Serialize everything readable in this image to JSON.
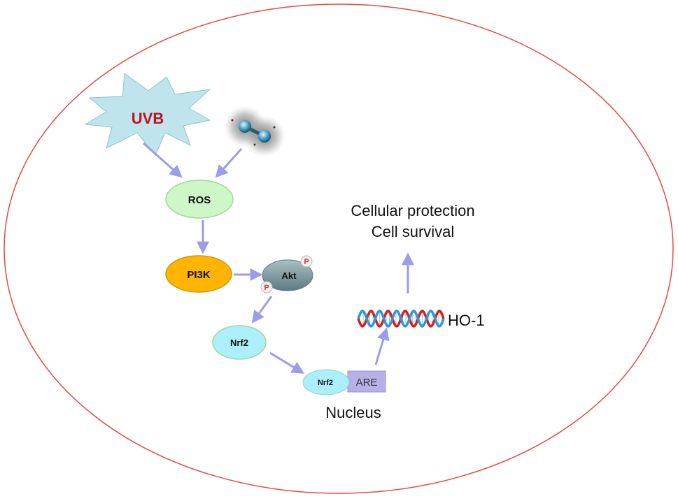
{
  "stimuli": {
    "uvb": "UVB"
  },
  "nodes": {
    "ros": "ROS",
    "pi3k": "PI3K",
    "akt": "Akt",
    "phospho": "P",
    "nrf2": "Nrf2",
    "nrf2_nuclear": "Nrf2",
    "are": "ARE",
    "gene": "HO-1"
  },
  "outcome": {
    "line1": "Cellular protection",
    "line2": "Cell survival"
  },
  "compartment": {
    "nucleus": "Nucleus"
  },
  "colors": {
    "cell_membrane": "#e8493f",
    "arrow": "#9d9bea",
    "uvb_burst": "#bfe4ec",
    "uvb_text": "#c1121f",
    "ros_fill": "#cdf7c6",
    "pi3k_fill": "#ffb400",
    "akt_fill": "#7d9aa0",
    "phospho_fill": "#e2333d",
    "nrf2_fill": "#aaeffa",
    "are_fill": "#b7b0e6",
    "dna_red": "#d81e1e",
    "dna_blue": "#2a9bd6"
  },
  "icons": [
    "molecule-icon",
    "dna-helix-icon"
  ]
}
